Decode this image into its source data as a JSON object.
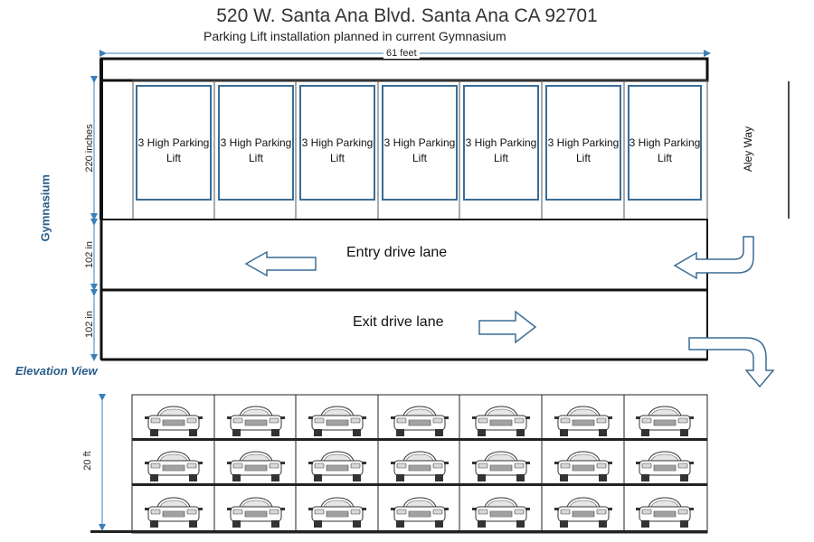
{
  "header": {
    "title": "520 W. Santa Ana Blvd. Santa Ana CA 92701",
    "subtitle": "Parking Lift installation planned in current Gymnasium"
  },
  "plan": {
    "width_label": "61 feet",
    "lift_depth_label": "220 inches",
    "entry_lane_width_label": "102 in",
    "exit_lane_width_label": "102 in",
    "building_label": "Gymnasium",
    "alley_label": "Aley Way",
    "lift_label_line1": "3 High Parking",
    "lift_label_line2": "Lift",
    "lift_count": 7,
    "entry_lane_label": "Entry drive lane",
    "exit_lane_label": "Exit drive lane"
  },
  "elevation": {
    "title": "Elevation View",
    "height_label": "20 ft",
    "columns": 7,
    "levels": 3
  },
  "colors": {
    "accent": "#2a5d8a",
    "lift_outline": "#3a6d96",
    "wall": "#111111"
  }
}
